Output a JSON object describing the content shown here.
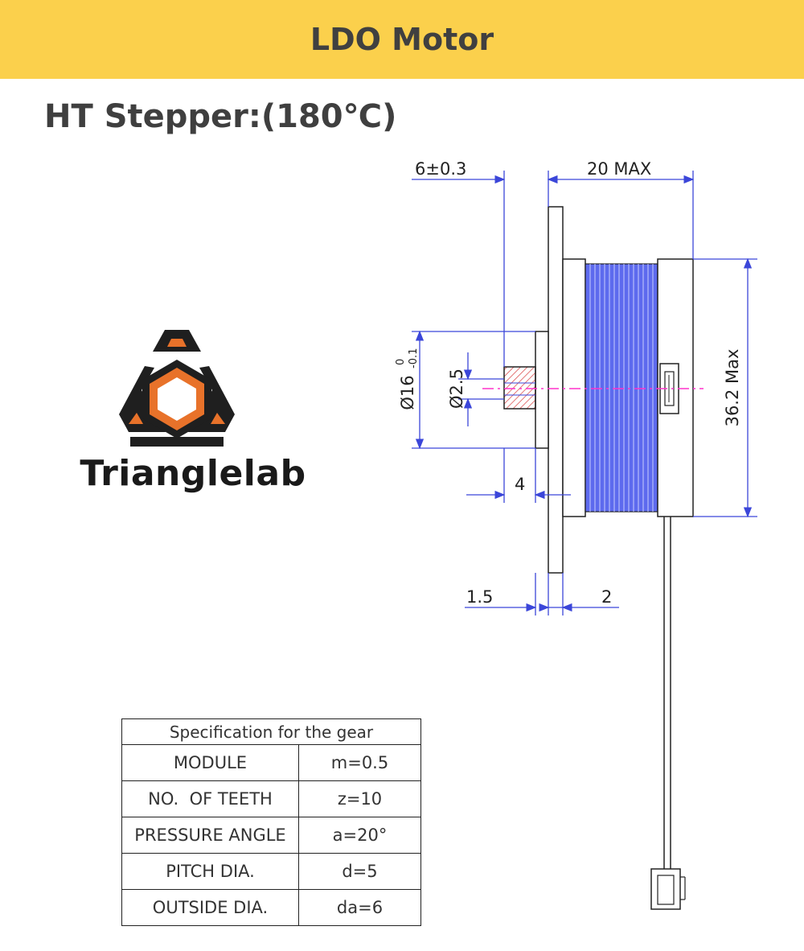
{
  "header": {
    "title": "LDO Motor"
  },
  "subtitle": "HT Stepper:(180℃)",
  "brand": {
    "name": "Trianglelab",
    "color_dark": "#1f1f1f",
    "color_accent": "#e8722a"
  },
  "colors": {
    "banner": "#fbd04c",
    "dimension_lines": "#3b46d9",
    "coil": "#5d6aee",
    "center_line": "#ff33cc"
  },
  "dimensions": {
    "shaft_length": "6±0.3",
    "body_length": "20 MAX",
    "body_diameter": "36.2 Max",
    "boss_diameter": "Ø16",
    "boss_tolerance_upper": "0",
    "boss_tolerance_lower": "-0.1",
    "shaft_diameter": "Ø2.5",
    "boss_depth": "4",
    "flange_thickness": "1.5",
    "flange_gap": "2"
  },
  "gear_spec": {
    "title": "Specification for the gear",
    "rows": [
      {
        "param": "MODULE",
        "value": "m=0.5"
      },
      {
        "param": "NO.  OF TEETH",
        "value": "z=10"
      },
      {
        "param": "PRESSURE ANGLE",
        "value": "a=20°"
      },
      {
        "param": "PITCH DIA.",
        "value": "d=5"
      },
      {
        "param": "OUTSIDE DIA.",
        "value": "da=6"
      }
    ]
  }
}
